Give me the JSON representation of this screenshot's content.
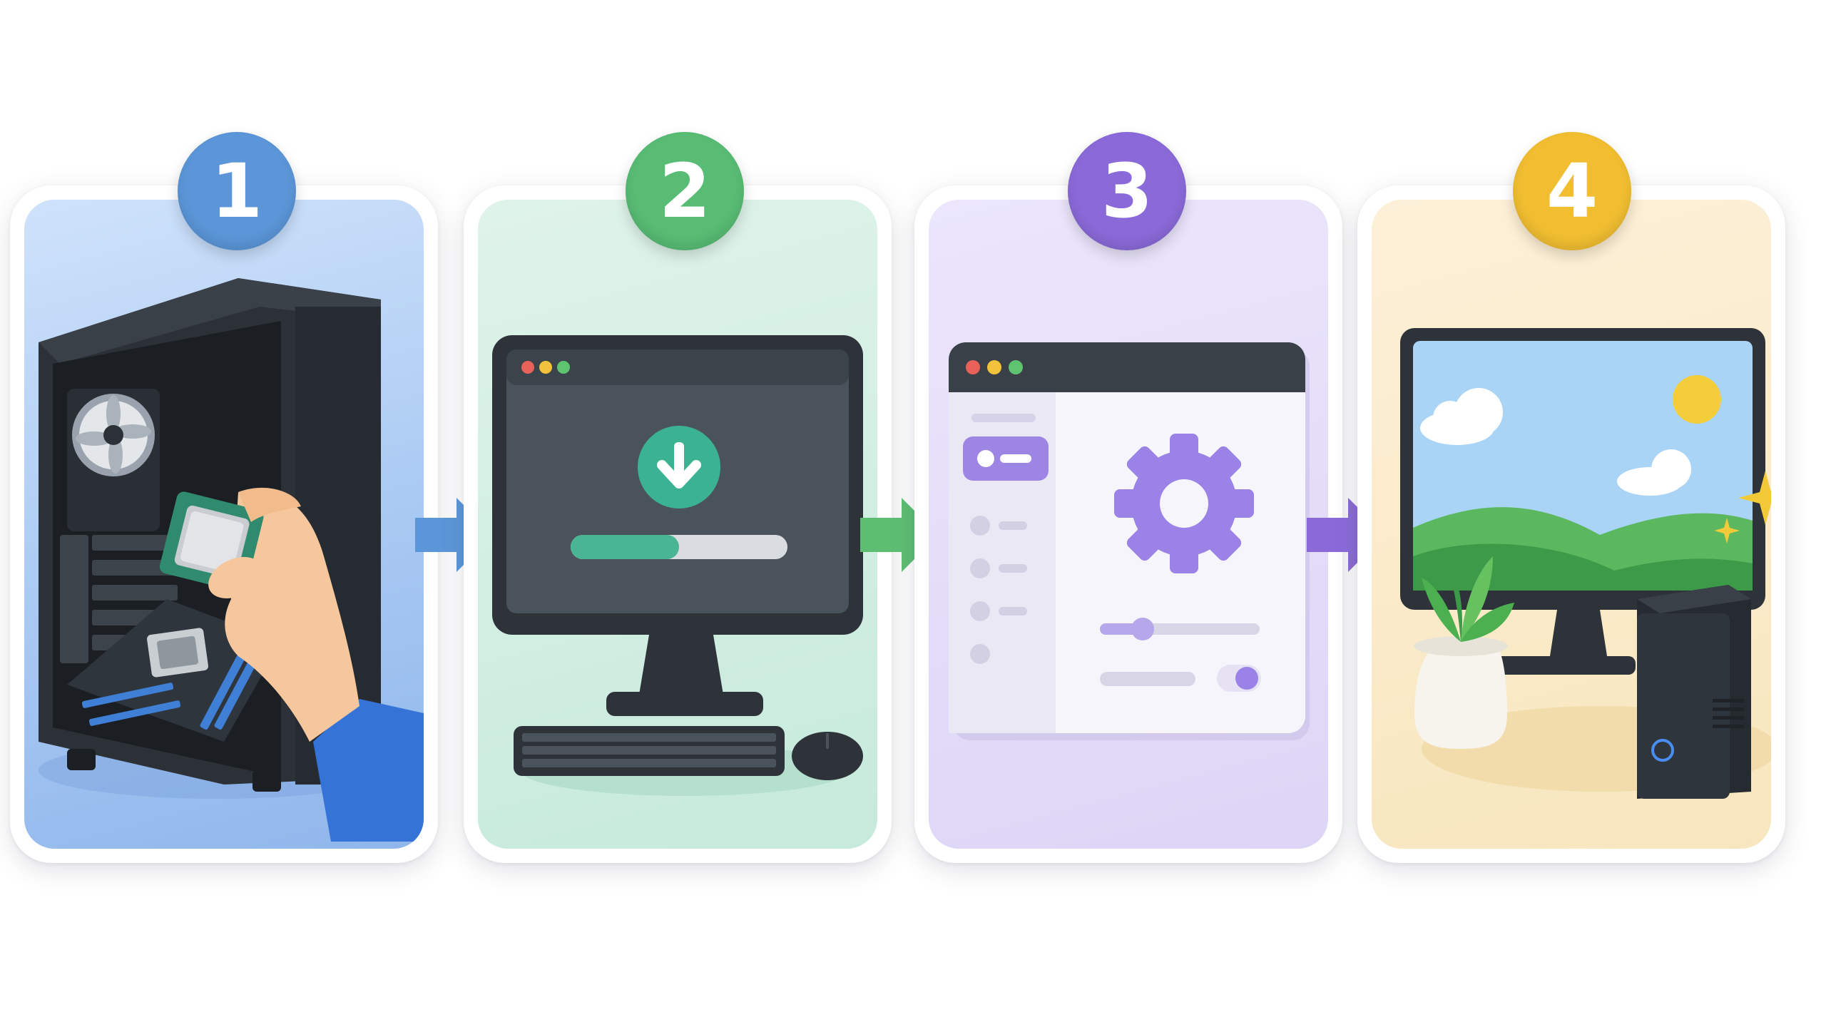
{
  "steps": [
    {
      "number": "1",
      "illustration": "pc-case-cpu-install",
      "color": "#5b96d8"
    },
    {
      "number": "2",
      "illustration": "monitor-download-progress",
      "color": "#58bc74",
      "progress": 0.5
    },
    {
      "number": "3",
      "illustration": "settings-window-gear",
      "color": "#8a6ad8"
    },
    {
      "number": "4",
      "illustration": "monitor-landscape-finished-pc",
      "color": "#f1be31"
    }
  ],
  "arrows": [
    {
      "icon": "arrow-right-icon",
      "color": "#5b96d8"
    },
    {
      "icon": "arrow-right-icon",
      "color": "#5dbe72"
    },
    {
      "icon": "arrow-right-icon",
      "color": "#8a6ad8"
    }
  ]
}
